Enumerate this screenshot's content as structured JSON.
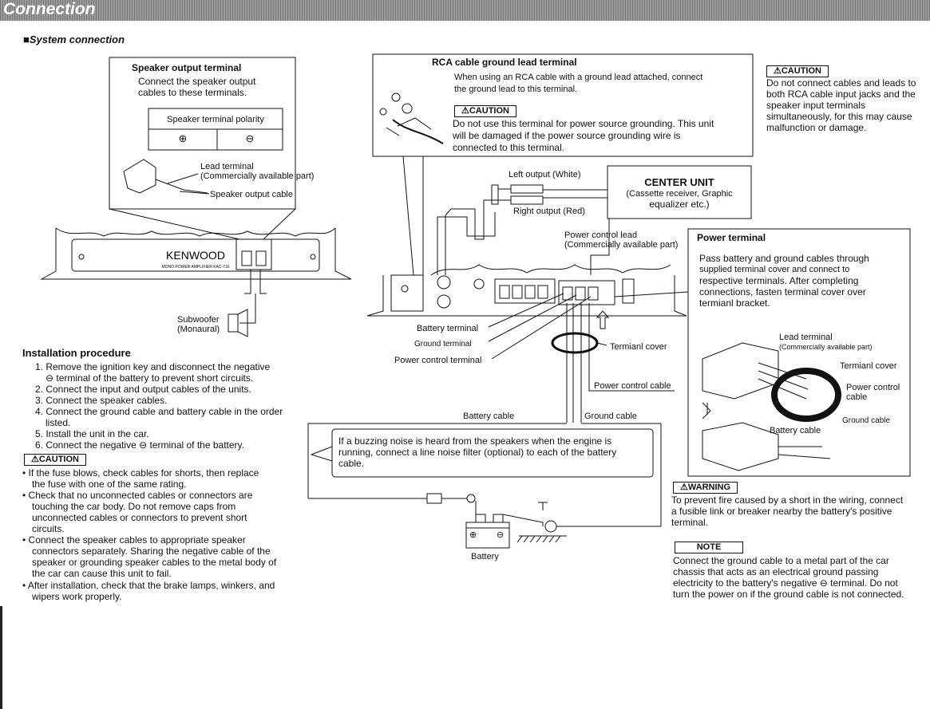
{
  "header": {
    "title": "Connection"
  },
  "section": {
    "title": "■System connection"
  },
  "speaker_box": {
    "title": "Speaker output terminal",
    "desc1": "Connect the speaker output",
    "desc2": "cables to these terminals.",
    "polarity_label": "Speaker terminal polarity",
    "plus": "⊕",
    "minus": "⊖",
    "lead_label1": "Lead terminal",
    "lead_label2": "(Commercially available part)",
    "cable_label": "Speaker output cable"
  },
  "amp": {
    "brand": "KENWOOD",
    "model": "MONO POWER AMPLIFIER KAC-716"
  },
  "subwoofer": {
    "line1": "Subwoofer",
    "line2": "(Monaural)"
  },
  "install": {
    "title": "Installation procedure",
    "steps": [
      "1. Remove the ignition key and disconnect the negative",
      "⊖ terminal of the battery to prevent short circuits.",
      "2. Connect the input and output cables of the units.",
      "3. Connect the speaker cables.",
      "4. Connect the ground cable and battery cable in the order",
      "listed.",
      "5. Install the unit in the car.",
      "6. Connect the negative ⊖ terminal of the battery."
    ],
    "caution_label": "⚠CAUTION",
    "bullets": [
      [
        "• If the fuse blows, check cables for shorts, then replace",
        "the fuse with one of the same rating."
      ],
      [
        "• Check that no unconnected cables or connectors are",
        "touching the car body. Do not remove caps from",
        "unconnected cables or connectors to prevent short",
        "circuits."
      ],
      [
        "• Connect the speaker cables to appropriate speaker",
        "connectors separately. Sharing the negative cable of the",
        "speaker or grounding speaker cables to the metal body of",
        "the car can cause this unit to fail."
      ],
      [
        "• After installation, check that the brake lamps, winkers, and",
        "wipers work properly."
      ]
    ]
  },
  "rca_box": {
    "title": "RCA cable ground lead terminal",
    "desc1": "When using an RCA cable with a ground lead attached, connect",
    "desc2": "the ground lead to this terminal.",
    "caution_label": "⚠CAUTION",
    "caution1": "Do not use this terminal for power source grounding. This unit",
    "caution2": "will be damaged if the power source grounding wire is",
    "caution3": "connected to this terminal."
  },
  "right_caution": {
    "label": "⚠CAUTION",
    "lines": [
      "Do not connect cables and leads to",
      "both RCA cable input jacks and the",
      "speaker input terminals",
      "simultaneously, for this may cause",
      "malfunction or damage."
    ]
  },
  "outputs": {
    "left": "Left output (White)",
    "right": "Right output (Red)"
  },
  "center_unit": {
    "title": "CENTER UNIT",
    "line1": "(Cassette receiver, Graphic",
    "line2": "equalizer etc.)"
  },
  "power_control_lead": {
    "line1": "Power control lead",
    "line2": "(Commercially available part)"
  },
  "terminals": {
    "battery": "Battery terminal",
    "ground": "Ground terminal",
    "power_control": "Power control terminal",
    "terminal_cover": "Termianl cover",
    "power_control_cable": "Power control cable",
    "battery_cable": "Battery cable",
    "ground_cable": "Ground cable"
  },
  "power_box": {
    "title": "Power terminal",
    "lines": [
      "Pass battery and ground cables through",
      "supplied terminal cover and connect to",
      "respective terminals. After completing",
      "connections, fasten terminal cover over",
      "termianl bracket."
    ],
    "lead_terminal1": "Lead terminal",
    "lead_terminal2": "(Commercially available part)",
    "terminal_cover": "Termianl cover",
    "power_control1": "Power control",
    "power_control2": "cable",
    "ground_cable": "Ground cable",
    "battery_cable": "Battery cable"
  },
  "noise_box": {
    "lines": [
      "If a buzzing noise is heard from the speakers when the engine is",
      "running, connect a line noise filter (optional) to each of the battery",
      "cable."
    ]
  },
  "battery": {
    "label": "Battery",
    "plus": "⊕",
    "minus": "⊖"
  },
  "warning": {
    "label": "⚠WARNING",
    "lines": [
      "To prevent fire caused by a short in the wiring, connect",
      "a fusible link or breaker nearby the battery's positive",
      "terminal."
    ]
  },
  "note": {
    "label": "NOTE",
    "lines": [
      "Connect the ground cable to a metal part of the car",
      "chassis that acts as an electrical ground passing",
      "electricity to the battery's negative ⊖ terminal. Do not",
      "turn the power on if the ground cable is not connected."
    ]
  }
}
